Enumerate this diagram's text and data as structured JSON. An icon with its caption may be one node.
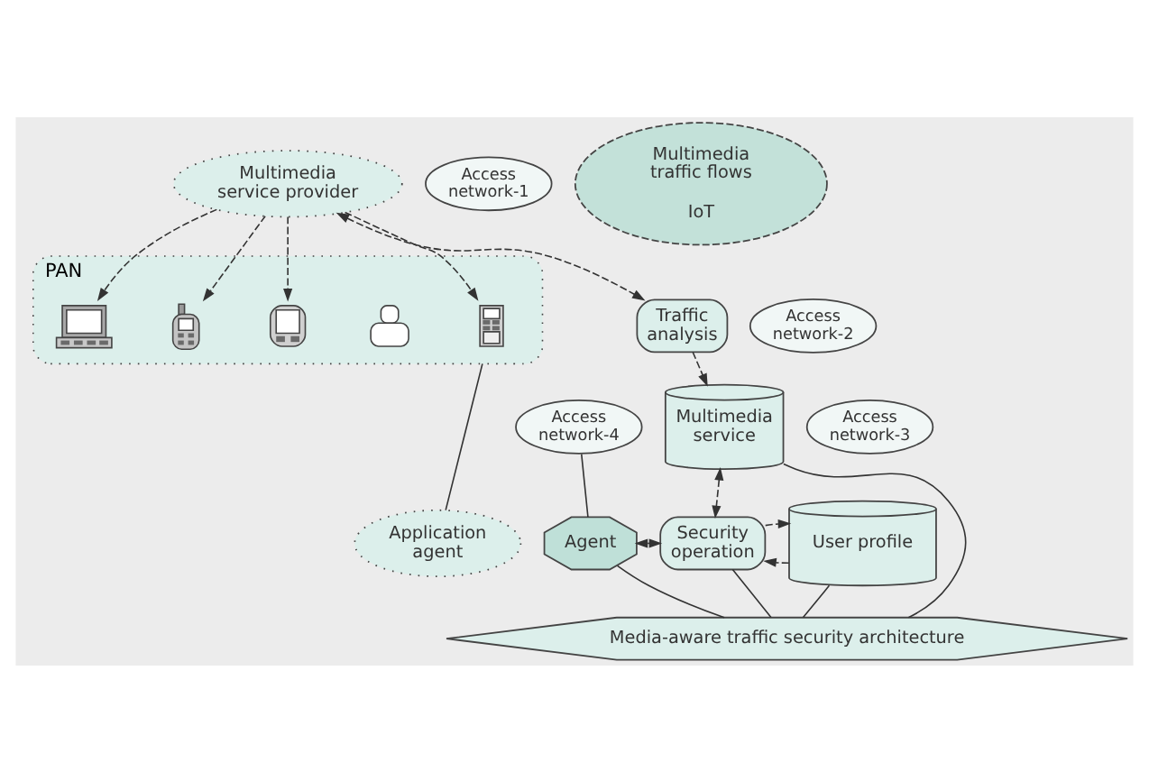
{
  "diagram": {
    "nodes": [
      {
        "text": [
          "PAN"
        ]
      },
      {
        "text": [],
        "shape": "picture",
        "in": 0
      },
      {
        "text": [],
        "shape": "picture",
        "in": 0
      },
      {
        "text": [],
        "shape": "picture",
        "in": 0
      },
      {
        "text": [],
        "shape": "person",
        "in": 0
      },
      {
        "text": [],
        "shape": "picture",
        "in": 0
      },
      {
        "text": [
          "Access network-1"
        ]
      },
      {
        "text": [
          "Access network-2"
        ]
      },
      {
        "text": [
          "Access network-3"
        ]
      },
      {
        "text": [
          "Access network-4"
        ]
      },
      {
        "text": [
          "Multimedia traffic flows",
          "IoT"
        ]
      },
      {
        "text": [
          "Multimedia service provider"
        ]
      },
      {
        "text": [
          "Traffic analysis"
        ]
      },
      {
        "text": [
          "Multimedia service"
        ]
      },
      {
        "text": [
          "Application agent"
        ]
      },
      {
        "text": [
          "Agent"
        ]
      },
      {
        "text": [
          "Security operation"
        ]
      },
      {
        "text": [
          "User profile"
        ]
      },
      {
        "text": [
          "Media-aware traffic security architecture"
        ]
      }
    ],
    "edges": [
      {
        "from": 11,
        "to": 1,
        "arrow": "to",
        "style": "dashed"
      },
      {
        "from": 11,
        "to": 2,
        "arrow": "to",
        "style": "dashed"
      },
      {
        "from": 11,
        "to": 3,
        "arrow": "to",
        "style": "dashed"
      },
      {
        "from": 11,
        "to": 5,
        "arrow": "to",
        "style": "dashed"
      },
      {
        "from": 11,
        "to": 12,
        "arrow": "both",
        "style": "dashed"
      },
      {
        "from": 12,
        "to": 13,
        "arrow": "to",
        "style": "dashed"
      },
      {
        "from": 13,
        "to": 16,
        "arrow": "both",
        "style": "dashed"
      },
      {
        "from": 15,
        "to": 16,
        "arrow": "both",
        "style": "dashed"
      },
      {
        "from": 17,
        "to": 16,
        "arrow": "to",
        "style": "dashed"
      },
      {
        "from": 16,
        "to": 17,
        "arrow": "to",
        "style": "dashed"
      },
      {
        "from": 9,
        "to": 15,
        "arrow": "none"
      },
      {
        "from": 0,
        "to": 14,
        "arrow": "none"
      },
      {
        "from": 15,
        "to": 18,
        "arrow": "none"
      },
      {
        "from": 16,
        "to": 18,
        "arrow": "none"
      },
      {
        "from": 13,
        "to": 18,
        "arrow": "none"
      },
      {
        "from": 17,
        "to": 18,
        "arrow": "none"
      }
    ]
  }
}
